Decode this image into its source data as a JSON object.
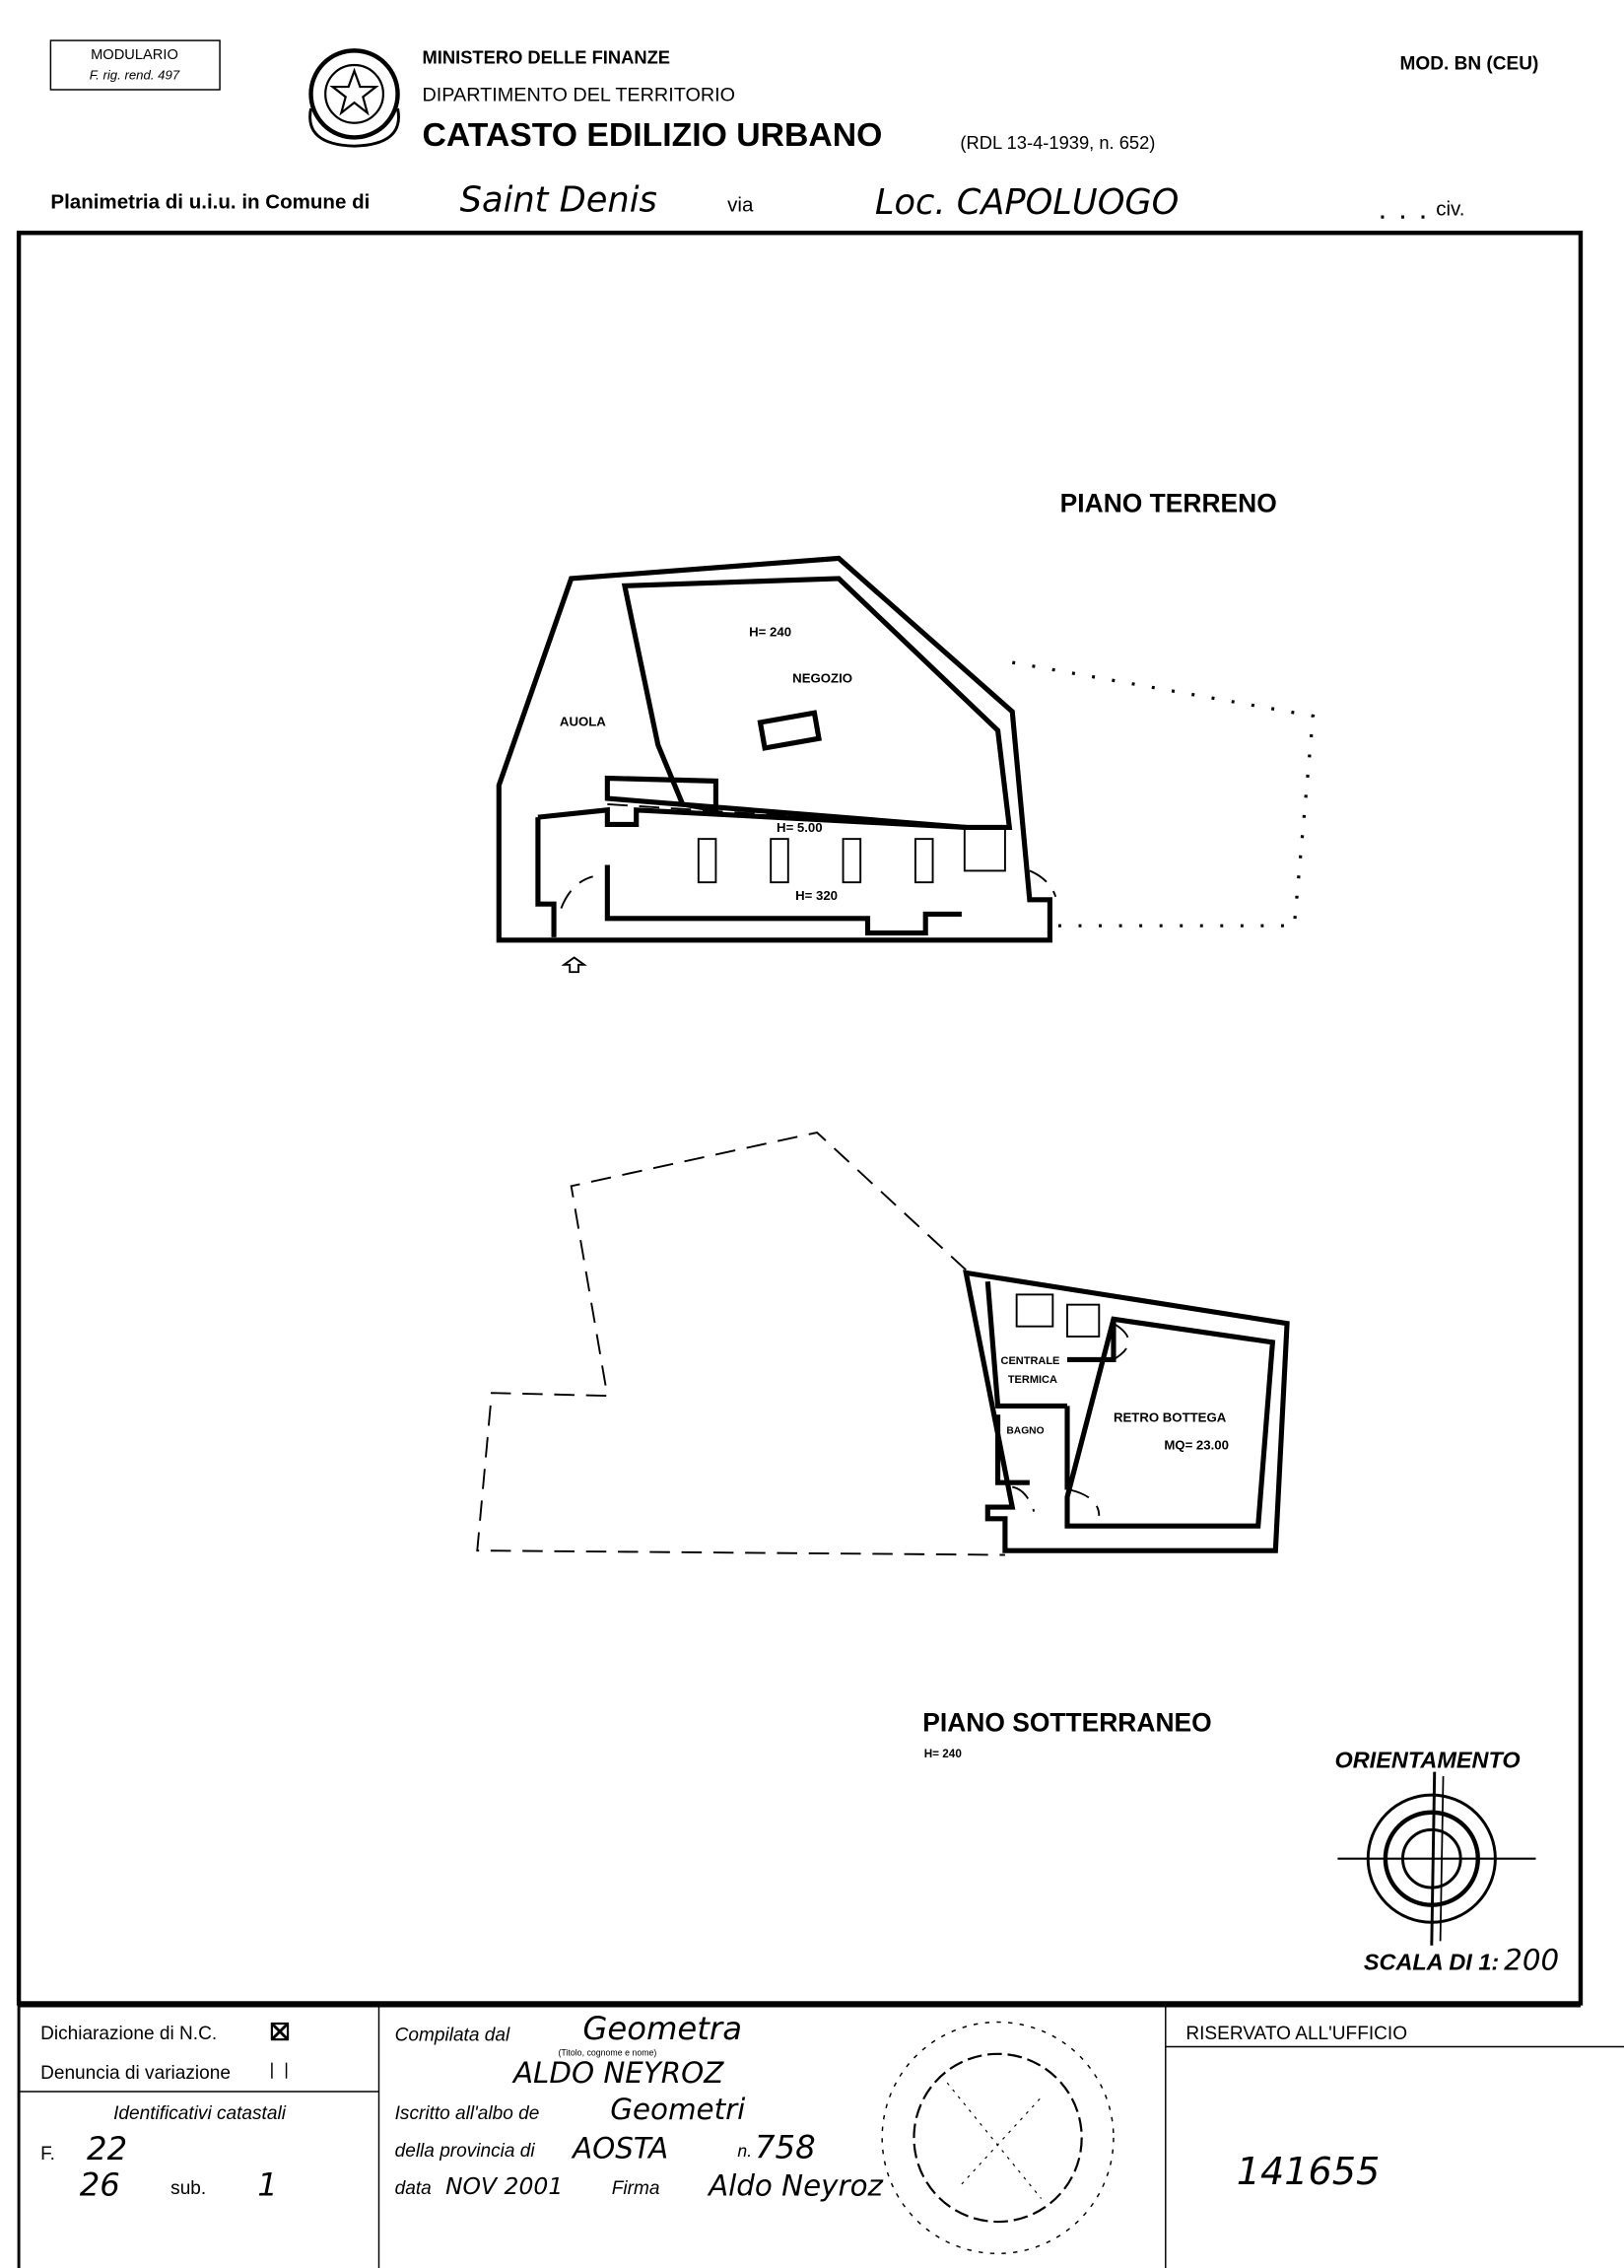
{
  "header": {
    "modulario": "MODULARIO",
    "modulario_ref": "F. rig. rend. 497",
    "ministry": "MINISTERO DELLE FINANZE",
    "department": "DIPARTIMENTO DEL TERRITORIO",
    "title": "CATASTO EDILIZIO URBANO",
    "law_ref": "(RDL 13-4-1939, n. 652)",
    "model": "MOD. BN (CEU)"
  },
  "address": {
    "label_comune": "Planimetria di u.i.u. in Comune di",
    "comune": "Saint Denis",
    "label_via": "via",
    "via": "Loc. CAPOLUOGO",
    "label_civ": "civ."
  },
  "plan": {
    "ground_floor": {
      "title": "PIANO TERRENO",
      "labels": [
        "H= 240",
        "NEGOZIO",
        "AUOLA",
        "H= 5.00",
        "H= 320"
      ]
    },
    "basement": {
      "title": "PIANO SOTTERRANEO",
      "height": "H= 240",
      "labels": [
        "CENTRALE",
        "TERMICA",
        "BAGNO",
        "RETRO BOTTEGA",
        "MQ= 23.00"
      ]
    },
    "orientation_label": "ORIENTAMENTO",
    "scale_label": "SCALA DI 1:",
    "scale_value": "200"
  },
  "footer": {
    "declaration_nc": "Dichiarazione di N.C.",
    "declaration_nc_checked": true,
    "variation": "Denuncia di variazione",
    "identifiers_title": "Identificativi catastali",
    "foglio_label": "F.",
    "foglio": "22",
    "particella": "26",
    "sub_label": "sub.",
    "sub": "1",
    "compiled_by_label": "Compilata dal",
    "compiled_by_title": "Geometra",
    "name_hint": "(Titolo, cognome e nome)",
    "compiled_by_name": "ALDO NEYROZ",
    "registered_label": "Iscritto all'albo de",
    "registered_value": "Geometri",
    "province_label": "della provincia di",
    "province": "AOSTA",
    "number_label": "n.",
    "number": "758",
    "date_label": "data",
    "date": "NOV 2001",
    "signature_label": "Firma",
    "signature": "Aldo Neyroz",
    "reserved_label": "RISERVATO ALL'UFFICIO",
    "office_number": "141655"
  }
}
